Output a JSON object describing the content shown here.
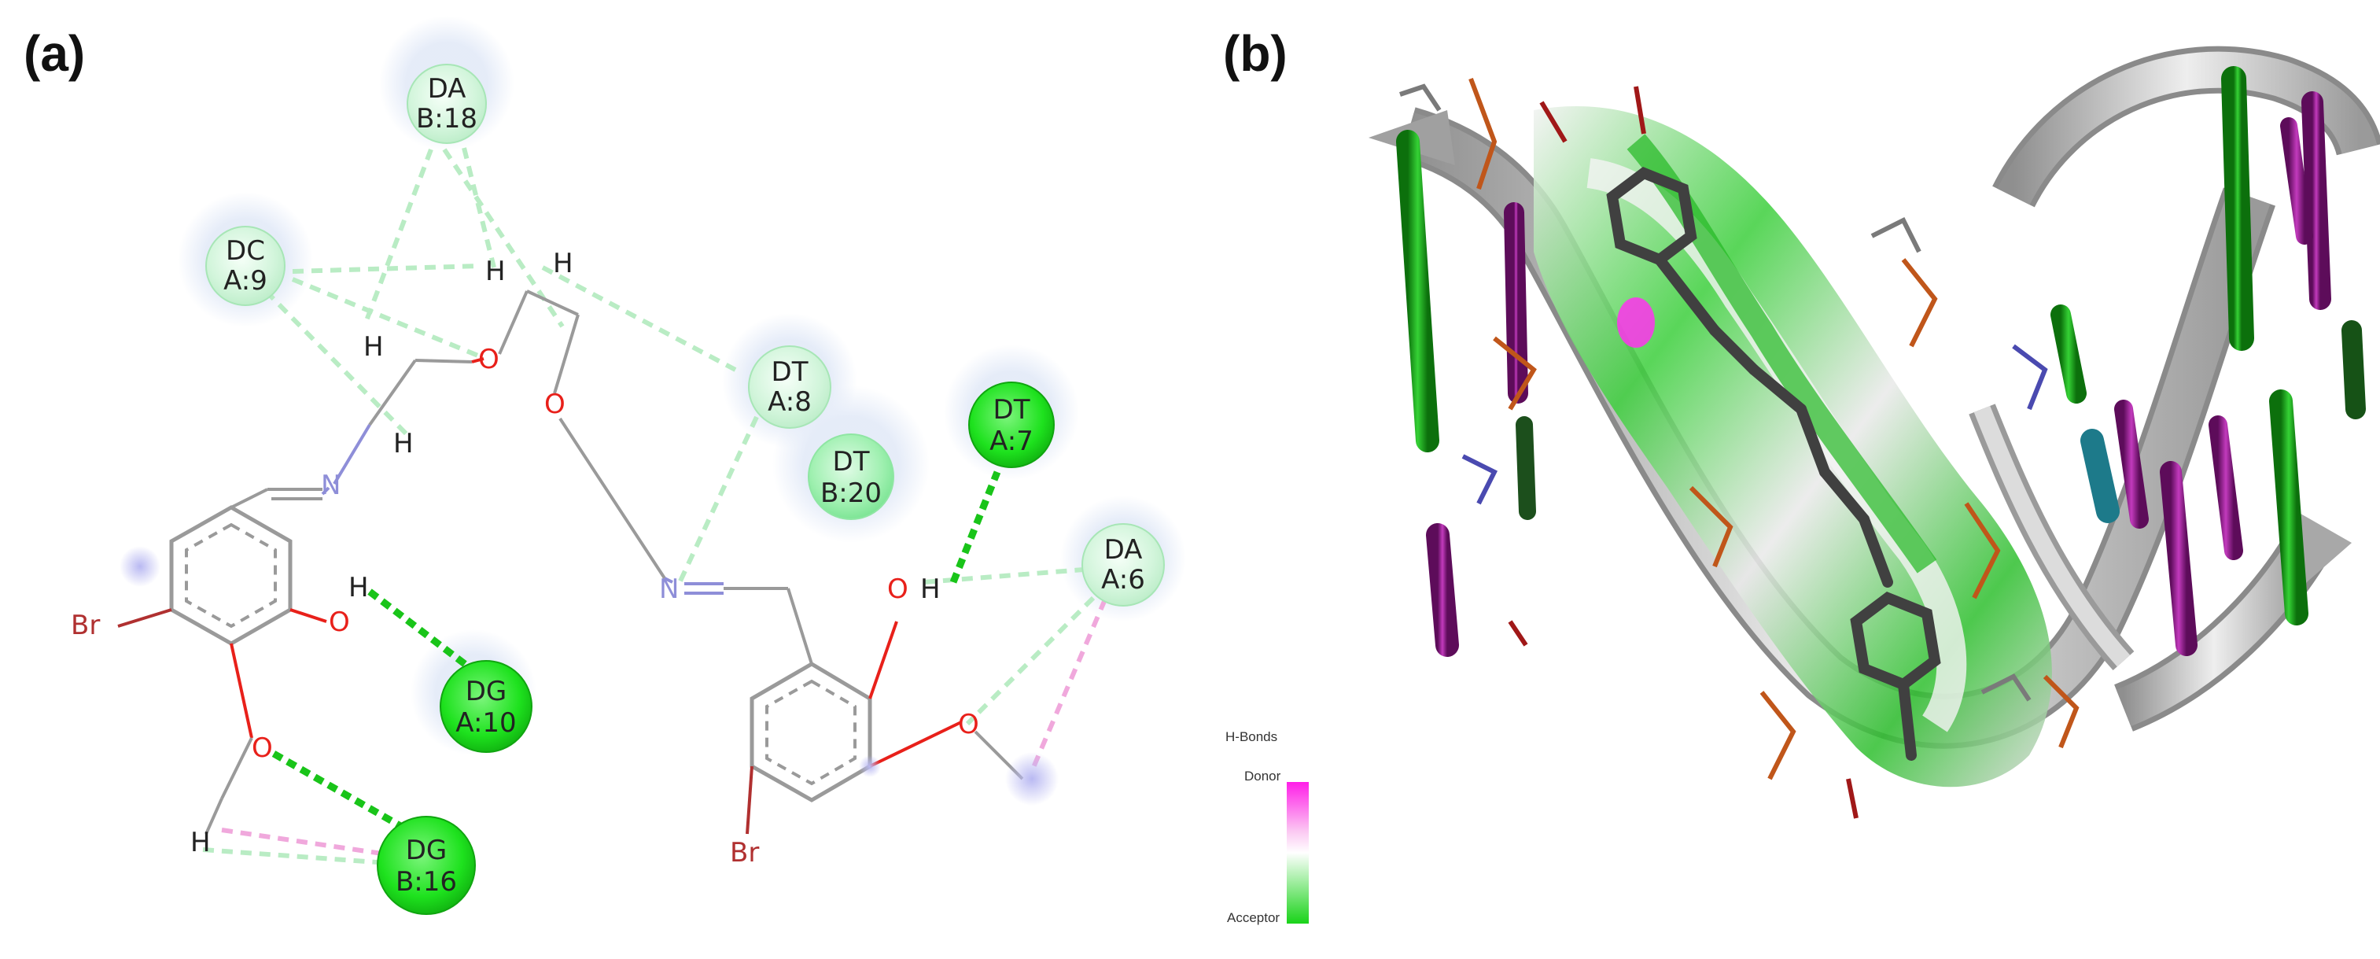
{
  "panels": {
    "a": {
      "label": "(a)"
    },
    "b": {
      "label": "(b)"
    }
  },
  "atoms": {
    "br_left": "Br",
    "br_right": "Br",
    "o": "O",
    "n": "N",
    "h": "H"
  },
  "residues": [
    {
      "id": "da-b18",
      "line1": "DA",
      "line2": "B:18"
    },
    {
      "id": "dc-a9",
      "line1": "DC",
      "line2": "A:9"
    },
    {
      "id": "dt-a8",
      "line1": "DT",
      "line2": "A:8"
    },
    {
      "id": "dt-b20",
      "line1": "DT",
      "line2": "B:20"
    },
    {
      "id": "dt-a7",
      "line1": "DT",
      "line2": "A:7"
    },
    {
      "id": "da-a6",
      "line1": "DA",
      "line2": "A:6"
    },
    {
      "id": "dg-a10",
      "line1": "DG",
      "line2": "A:10"
    },
    {
      "id": "dg-b16",
      "line1": "DG",
      "line2": "B:16"
    }
  ],
  "legend": {
    "title": "H-Bonds",
    "top": "Donor",
    "bottom": "Acceptor"
  },
  "colors": {
    "bond": "#9a9a9a",
    "oxygen": "#e8201a",
    "nitrogen": "#8e8ed8",
    "bromine": "#b03030",
    "hbond_strong": "#19c419",
    "hbond_weak": "#b9ecc4",
    "pi_interaction": "#f0a8dc",
    "residue_strong": "#1ee21e",
    "residue_light": "#d6f6de",
    "halo": "#e6ecf8",
    "ribbon": "#c9c9c9",
    "magenta_base": "#a21c9c",
    "green_base": "#1aa81a"
  }
}
